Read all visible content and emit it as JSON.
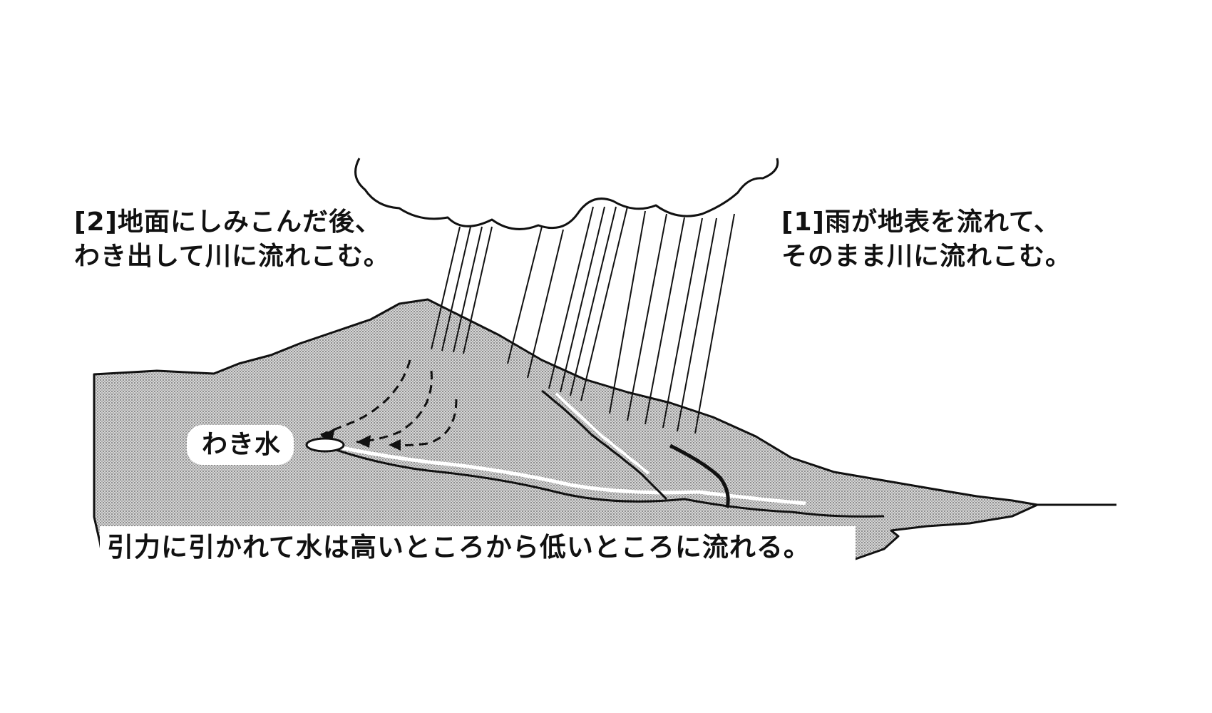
{
  "labels": {
    "label_2": {
      "line1": "[2]地面にしみこんだ後、",
      "line2": "わき出して川に流れこむ。"
    },
    "label_1": {
      "line1": "[1]雨が地表を流れて、",
      "line2": "そのまま川に流れこむ。"
    },
    "spring": "わき水",
    "gravity": "引力に引かれて水は高いところから低いところに流れる。"
  },
  "colors": {
    "ink": "#111111",
    "ground_fill": "#bdbdbd",
    "background": "#ffffff"
  },
  "icons": [
    "cloud-icon",
    "rain-icon",
    "spring-pond-icon",
    "arrow-icon"
  ]
}
